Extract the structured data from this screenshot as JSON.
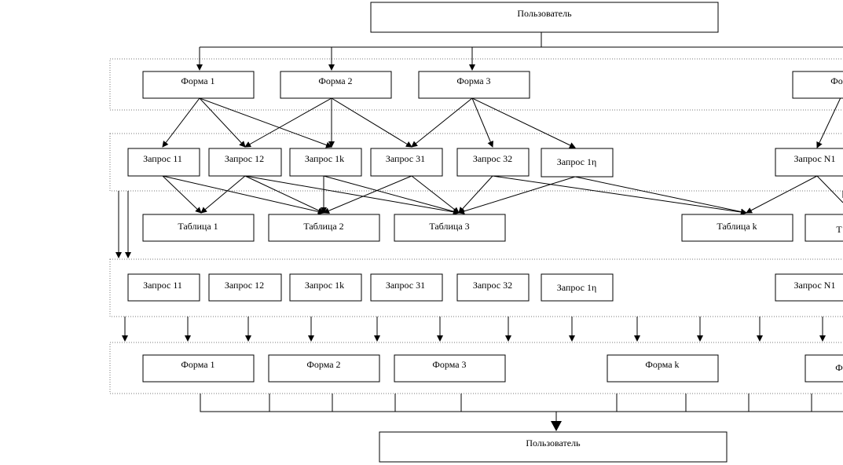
{
  "user_top": "Пользователь",
  "user_bottom": "Пользователь",
  "forms_top": [
    "Форма 1",
    "Форма 2",
    "Форма 3",
    "Фо"
  ],
  "queries_top": [
    "Запрос 11",
    "Запрос 12",
    "Запрос 1k",
    "Запрос 31",
    "Запрос 32",
    "Запрос 1η",
    "Запрос N1"
  ],
  "tables": [
    "Таблица 1",
    "Таблица 2",
    "Таблица 3",
    "Таблица k",
    "Т"
  ],
  "queries_bottom": [
    "Запрос 11",
    "Запрос 12",
    "Запрос 1k",
    "Запрос 31",
    "Запрос 32",
    "Запрос 1η",
    "Запрос N1"
  ],
  "forms_bottom": [
    "Форма 1",
    "Форма 2",
    "Форма 3",
    "Форма k",
    "Ф"
  ]
}
